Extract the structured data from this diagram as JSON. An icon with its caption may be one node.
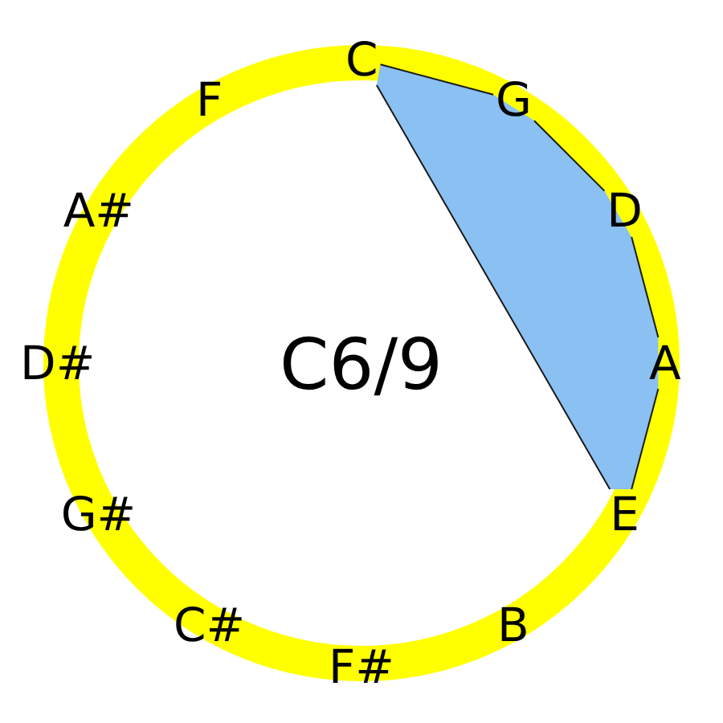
{
  "diagram": {
    "title": "C6/9",
    "nodes": [
      {
        "text": [
          "C"
        ]
      },
      {
        "text": [
          "G"
        ]
      },
      {
        "text": [
          "D"
        ]
      },
      {
        "text": [
          "A"
        ]
      },
      {
        "text": [
          "E"
        ]
      }
    ],
    "edges": [
      {
        "from": 0,
        "to": 1,
        "arrow": "none"
      },
      {
        "from": 1,
        "to": 2,
        "arrow": "none"
      },
      {
        "from": 2,
        "to": 3,
        "arrow": "none"
      },
      {
        "from": 3,
        "to": 4,
        "arrow": "none"
      },
      {
        "from": 4,
        "to": 0,
        "arrow": "none"
      }
    ],
    "labels": [
      "F",
      "A#",
      "D#",
      "G#",
      "C#",
      "B",
      "F#"
    ]
  }
}
